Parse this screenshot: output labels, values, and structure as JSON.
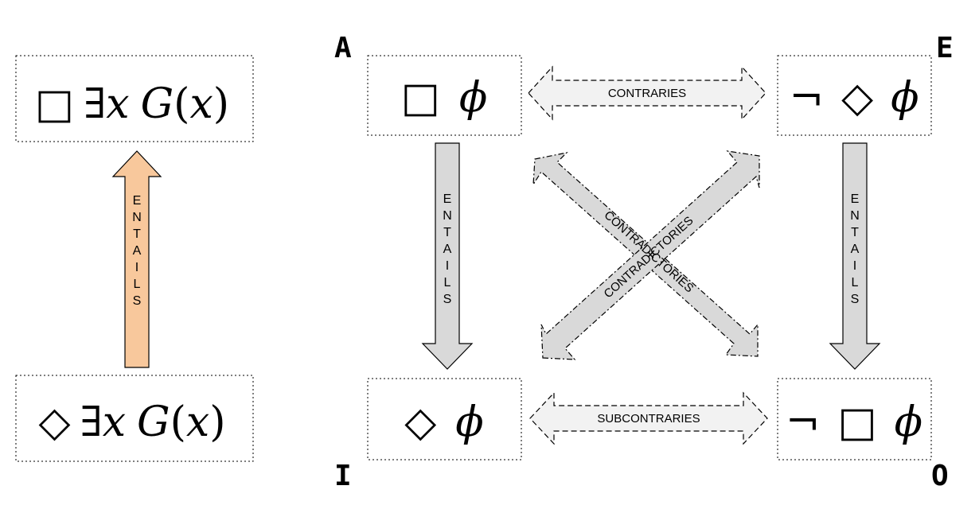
{
  "left": {
    "top_formula": {
      "modal": "□",
      "quant": "∃",
      "var": "x",
      "pred": "G",
      "arg": "x"
    },
    "bottom_formula": {
      "modal": "◇",
      "quant": "∃",
      "var": "x",
      "pred": "G",
      "arg": "x"
    },
    "arrow_label": [
      "E",
      "N",
      "T",
      "A",
      "I",
      "L",
      "S"
    ],
    "arrow_color": "#f8c89c"
  },
  "square": {
    "corners": {
      "a": "A",
      "e": "E",
      "i": "I",
      "o": "O"
    },
    "a_formula": {
      "modal": "□",
      "phi": "ϕ"
    },
    "e_formula": {
      "neg": "¬",
      "modal": "◇",
      "phi": "ϕ"
    },
    "i_formula": {
      "modal": "◇",
      "phi": "ϕ"
    },
    "o_formula": {
      "neg": "¬",
      "modal": "□",
      "phi": "ϕ"
    },
    "contraries": "CONTRARIES",
    "subcontraries": "SUBCONTRARIES",
    "contradictories": "CONTRADICTORIES",
    "entails_left": [
      "E",
      "N",
      "T",
      "A",
      "I",
      "L",
      "S"
    ],
    "entails_right": [
      "E",
      "N",
      "T",
      "A",
      "I",
      "L",
      "S"
    ],
    "arrow_fill": "#d9d9d9",
    "pale_fill": "#f2f2f2"
  }
}
